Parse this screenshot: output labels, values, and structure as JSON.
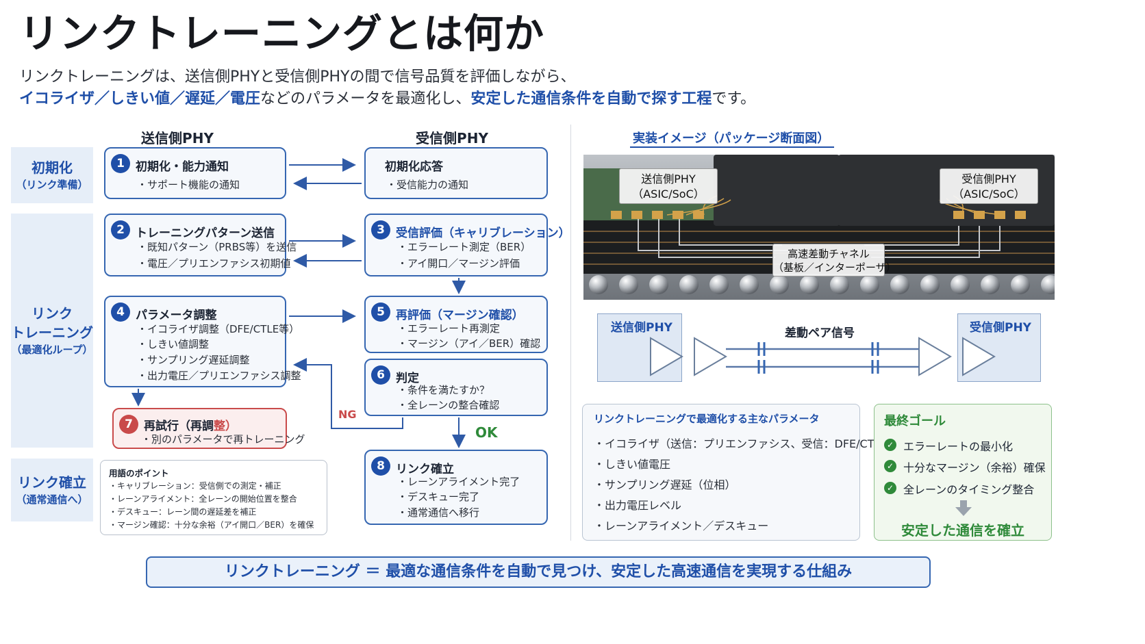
{
  "title": "リンクトレーニングとは何か",
  "intro": {
    "line1": "リンクトレーニングは、送信側PHYと受信側PHYの間で信号品質を評価しながら、",
    "l2_hl1": "イコライザ／しきい値／遅延／電圧",
    "l2_mid": "などのパラメータを最適化し、",
    "l2_hl2": "安定した通信条件を自動で探す工程",
    "l2_end": "です。"
  },
  "columns": {
    "tx": "送信側PHY",
    "rx": "受信側PHY"
  },
  "phases": [
    {
      "title": "初期化",
      "sub": "（リンク準備）"
    },
    {
      "title_a": "リンク",
      "title_b": "トレーニング",
      "sub": "（最適化ループ）"
    },
    {
      "title": "リンク確立",
      "sub": "（通常通信へ）"
    }
  ],
  "steps": {
    "s1": {
      "num": "1",
      "title": "初期化・能力通知",
      "lines": [
        "・サポート機能の通知"
      ]
    },
    "s1r": {
      "title": "初期化応答",
      "lines": [
        "・受信能力の通知"
      ]
    },
    "s2": {
      "num": "2",
      "title": "トレーニングパターン送信",
      "lines": [
        "・既知パターン（PRBS等）を送信",
        "・電圧／プリエンファシス初期値"
      ]
    },
    "s3": {
      "num": "3",
      "title": "受信評価（キャリブレーション）",
      "lines": [
        "・エラーレート測定（BER）",
        "・アイ開口／マージン評価"
      ]
    },
    "s4": {
      "num": "4",
      "title": "パラメータ調整",
      "lines": [
        "・イコライザ調整（DFE/CTLE等）",
        "・しきい値調整",
        "・サンプリング遅延調整",
        "・出力電圧／プリエンファシス調整"
      ]
    },
    "s5": {
      "num": "5",
      "title": "再評価（マージン確認）",
      "lines": [
        "・エラーレート再測定",
        "・マージン（アイ／BER）確認"
      ]
    },
    "s6": {
      "num": "6",
      "title": "判定",
      "lines": [
        "・条件を満たすか？",
        "・全レーンの整合確認"
      ]
    },
    "s7": {
      "num": "7",
      "title_a": "再試行（再調",
      "title_b": "整）",
      "lines": [
        "・別のパラメータで再トレーニング"
      ]
    },
    "s8": {
      "num": "8",
      "title": "リンク確立",
      "lines": [
        "・レーンアライメント完了",
        "・デスキュー完了",
        "・通常通信へ移行"
      ]
    }
  },
  "labels": {
    "ng": "NG",
    "ok": "OK"
  },
  "terms": {
    "heading": "用語のポイント",
    "lines": [
      "・キャリブレーション：受信側での測定・補正",
      "・レーンアライメント：全レーンの開始位置を整合",
      "・デスキュー：レーン間の遅延差を補正",
      "・マージン確認：十分な余裕（アイ開口／BER）を確保"
    ]
  },
  "impl": {
    "heading": "実装イメージ（パッケージ断面図）",
    "tx_label_1": "送信側PHY",
    "tx_label_2": "（ASIC/SoC）",
    "rx_label_1": "受信側PHY",
    "rx_label_2": "（ASIC/SoC）",
    "ch_label_1": "高速差動チャネル",
    "ch_label_2": "（基板／インターポーザ）"
  },
  "signal": {
    "tx": "送信側PHY",
    "rx": "受信側PHY",
    "pair": "差動ペア信号"
  },
  "params": {
    "heading": "リンクトレーニングで最適化する主なパラメータ",
    "lines": [
      "・イコライザ（送信：プリエンファシス、受信：DFE/CTLE）",
      "・しきい値電圧",
      "・サンプリング遅延（位相）",
      "・出力電圧レベル",
      "・レーンアライメント／デスキュー"
    ]
  },
  "goal": {
    "heading": "最終ゴール",
    "lines": [
      "エラーレートの最小化",
      "十分なマージン（余裕）確保",
      "全レーンのタイミング整合"
    ],
    "final": "安定した通信を確立"
  },
  "summary": "リンクトレーニング ＝ 最適な通信条件を自動で見つけ、安定した高速通信を実現する仕組み",
  "colors": {
    "accent": "#1f4fa8",
    "red": "#c94a4a",
    "green": "#2f8a3a"
  },
  "icons": [
    "check-icon",
    "down-arrow-icon",
    "buffer-triangle-icon",
    "capacitor-icon"
  ]
}
